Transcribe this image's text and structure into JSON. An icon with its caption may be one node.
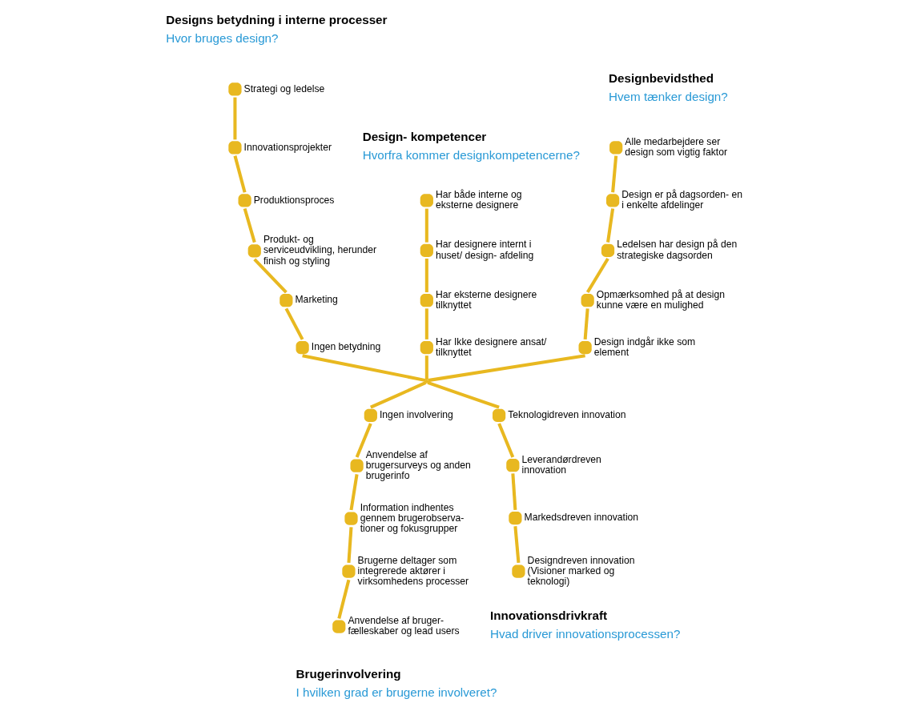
{
  "diagram": {
    "nodes": [
      {
        "text": [],
        "shape": "circle",
        "beside": [
          "Alle medarbejdere ser design som vigtig faktor"
        ]
      },
      {
        "text": [],
        "shape": "circle",
        "beside": [
          "Design er på dagsorden- en i enkelte afdelinger"
        ]
      },
      {
        "text": [],
        "shape": "circle",
        "beside": [
          "Ledelsen har design på den strategiske dagsorden"
        ]
      },
      {
        "text": [],
        "shape": "circle",
        "beside": [
          "Opmærksomhed på at design kunne være en mulighed"
        ]
      },
      {
        "text": [],
        "shape": "circle",
        "beside": [
          "Design indgår ikke som element"
        ]
      },
      {
        "text": [],
        "shape": "circle",
        "beside": [
          "Strategi og ledelse"
        ]
      },
      {
        "text": [],
        "shape": "circle",
        "beside": [
          "Innovationsprojekter"
        ]
      },
      {
        "text": [],
        "shape": "circle",
        "beside": [
          "Produktionsproces"
        ]
      },
      {
        "text": [],
        "shape": "circle",
        "beside": [
          "Produkt- og serviceudvikling, herunder finish og styling"
        ]
      },
      {
        "text": [],
        "shape": "circle",
        "beside": [
          "Marketing"
        ]
      },
      {
        "text": [],
        "shape": "circle",
        "beside": [
          "Ingen betydning"
        ]
      },
      {
        "text": [],
        "shape": "circle",
        "beside": [
          "Har både interne og eksterne designere"
        ]
      },
      {
        "text": [],
        "shape": "circle",
        "beside": [
          "Har designere internt i huset/ design- afdeling"
        ]
      },
      {
        "text": [],
        "shape": "circle",
        "beside": [
          "Har eksterne designere tilknyttet"
        ]
      },
      {
        "text": [],
        "shape": "circle",
        "beside": [
          "Har Ikke designere ansat/ tilknyttet"
        ]
      },
      {
        "text": [],
        "shape": "point"
      },
      {
        "text": [],
        "shape": "circle",
        "beside": [
          "Ingen involvering"
        ]
      },
      {
        "text": [],
        "shape": "circle",
        "beside": [
          "Anvendelse af brugersurveys og anden brugerinfo"
        ]
      },
      {
        "text": [],
        "shape": "circle",
        "beside": [
          "Information indhentes gennem brugerobserva- tioner og fokusgrupper"
        ]
      },
      {
        "text": [],
        "shape": "circle",
        "beside": [
          "Brugerne deltager som integrerede aktører i virksomhedens processer"
        ]
      },
      {
        "text": [],
        "shape": "circle",
        "beside": [
          "Anvendelse af bruger- fælleskaber og lead users"
        ]
      },
      {
        "text": [],
        "shape": "circle",
        "beside": [
          "Teknologidreven innovation"
        ]
      },
      {
        "text": [],
        "shape": "circle",
        "beside": [
          "Leverandørdreven innovation"
        ]
      },
      {
        "text": [],
        "shape": "circle",
        "beside": [
          "Markedsdreven innovation"
        ]
      },
      {
        "text": [],
        "shape": "circle",
        "beside": [
          "Designdreven innovation (Visioner marked og teknologi)"
        ]
      }
    ],
    "edges": [
      {
        "from": 0,
        "to": 1,
        "arrow": "none"
      },
      {
        "from": 1,
        "to": 2,
        "arrow": "none"
      },
      {
        "from": 2,
        "to": 3,
        "arrow": "none"
      },
      {
        "from": 3,
        "to": 4,
        "arrow": "none"
      },
      {
        "from": 4,
        "to": 15,
        "arrow": "none"
      },
      {
        "from": 5,
        "to": 6,
        "arrow": "none"
      },
      {
        "from": 6,
        "to": 7,
        "arrow": "none"
      },
      {
        "from": 7,
        "to": 8,
        "arrow": "none"
      },
      {
        "from": 8,
        "to": 9,
        "arrow": "none"
      },
      {
        "from": 9,
        "to": 10,
        "arrow": "none"
      },
      {
        "from": 10,
        "to": 15,
        "arrow": "none"
      },
      {
        "from": 11,
        "to": 12,
        "arrow": "none"
      },
      {
        "from": 12,
        "to": 13,
        "arrow": "none"
      },
      {
        "from": 13,
        "to": 14,
        "arrow": "none"
      },
      {
        "from": 14,
        "to": 15,
        "arrow": "none"
      },
      {
        "from": 15,
        "to": 16,
        "arrow": "none"
      },
      {
        "from": 16,
        "to": 17,
        "arrow": "none"
      },
      {
        "from": 17,
        "to": 18,
        "arrow": "none"
      },
      {
        "from": 18,
        "to": 19,
        "arrow": "none"
      },
      {
        "from": 19,
        "to": 20,
        "arrow": "none"
      },
      {
        "from": 15,
        "to": 21,
        "arrow": "none"
      },
      {
        "from": 21,
        "to": 22,
        "arrow": "none"
      },
      {
        "from": 22,
        "to": 23,
        "arrow": "none"
      },
      {
        "from": 23,
        "to": 24,
        "arrow": "none"
      }
    ],
    "labels": [
      "Designbevidsthed",
      "Hvem tænker design?",
      "Designs betydning i interne processer",
      "Hvor bruges design?",
      "Design- kompetencer",
      "Hvorfra kommer designkompetencerne?",
      "Brugerinvolvering",
      "I hvilken grad er brugerne involveret?",
      "Innovationsdrivkraft",
      "Hvad driver innovationsprocessen?"
    ]
  }
}
